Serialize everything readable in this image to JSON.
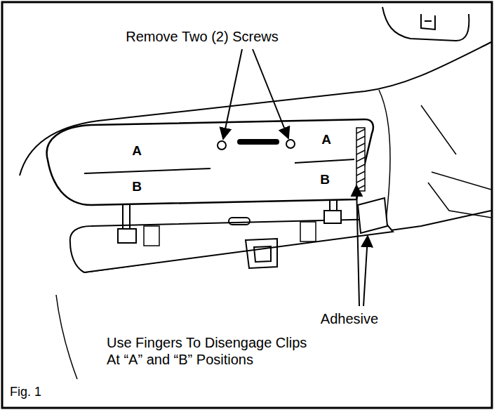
{
  "diagram": {
    "caption": "Fig. 1",
    "labels": [
      "Remove Two (2) Screws",
      "A",
      "A",
      "B",
      "B",
      "Adhesive",
      "Use Fingers To Disengage Clips At “A” and “B” Positions"
    ]
  }
}
